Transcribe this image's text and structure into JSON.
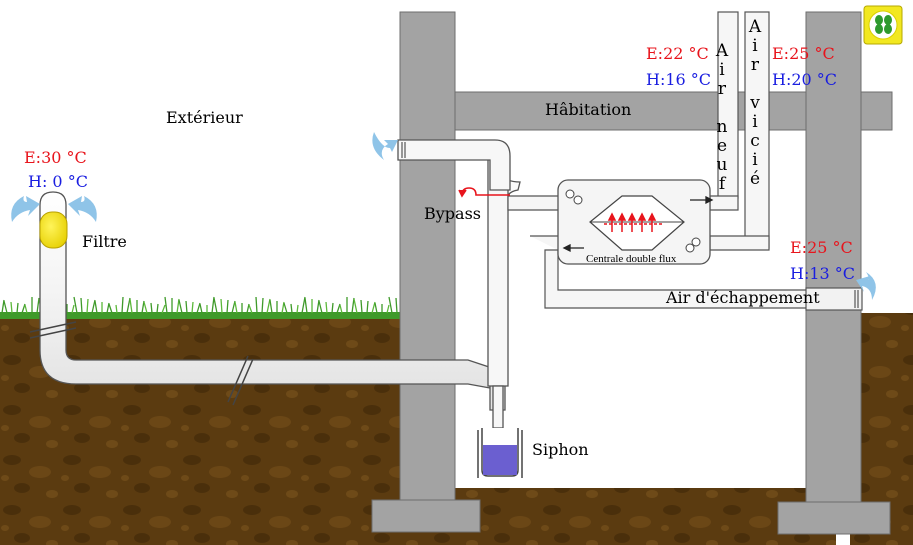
{
  "labels": {
    "exterieur": "Extérieur",
    "habitation": "Hâbitation",
    "bypass": "Bypass",
    "filtre": "Filtre",
    "siphon": "Siphon",
    "centrale": "Centrale double flux",
    "air_echappement": "Air d'échappement",
    "air_neuf": "Air neuf",
    "air_vicie": "Air vicié"
  },
  "temperatures": {
    "exterieur": {
      "e": "E:30 °C",
      "h": "H: 0 °C"
    },
    "air_neuf": {
      "e": "E:22 °C",
      "h": "H:16 °C"
    },
    "air_vicie": {
      "e": "E:25 °C",
      "h": "H:20 °C"
    },
    "echappement": {
      "e": "E:25 °C",
      "h": "H:13 °C"
    }
  },
  "colors": {
    "ete": "#e8141c",
    "hiver": "#1a1ee0",
    "soil": "#5a3a10",
    "wall": "#a3a3a3",
    "grass": "#3f9a2a",
    "filter": "#f0e020",
    "water": "#6b5fd0",
    "airflow": "#8fc4e8"
  },
  "icons": [
    "logo-clover-icon",
    "airflow-arrow-icon",
    "heat-exchanger-icon",
    "flow-arrow-icon"
  ]
}
